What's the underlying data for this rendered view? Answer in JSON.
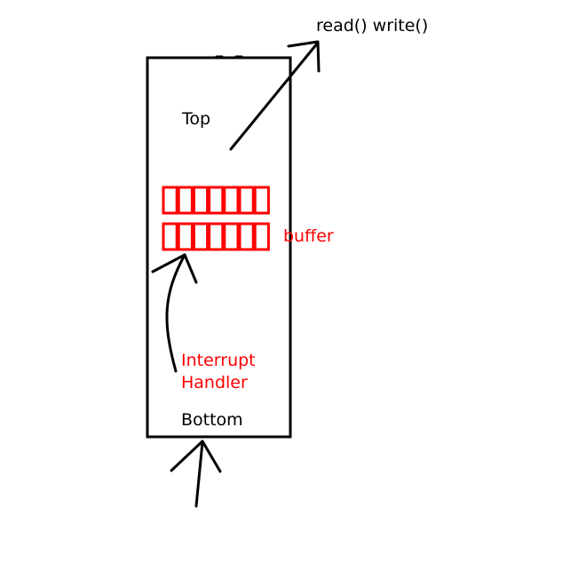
{
  "labels": {
    "io_calls": "read() write()",
    "top": "Top",
    "buffer": "buffer",
    "interrupt_line1": "Interrupt",
    "interrupt_line2": "Handler",
    "bottom": "Bottom"
  },
  "buffer": {
    "rows": 2,
    "cells_per_row": 7
  },
  "colors": {
    "ink": "#000000",
    "accent": "#ff0000",
    "background": "#ffffff"
  }
}
